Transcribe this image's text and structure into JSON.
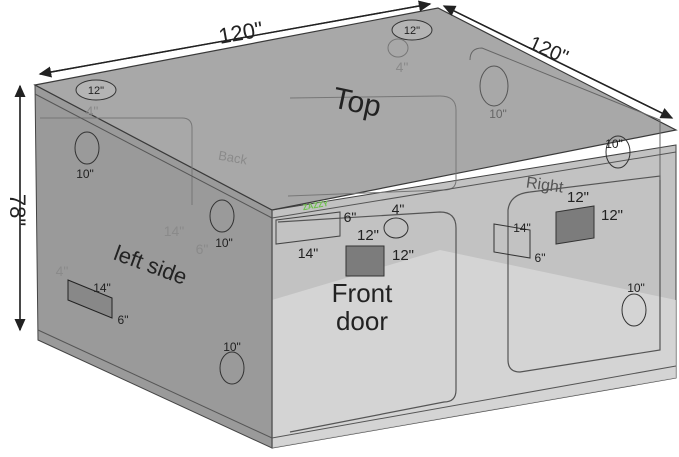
{
  "dimensions": {
    "top_width": "120\"",
    "side_depth": "120\"",
    "height": "78\""
  },
  "faces": {
    "top": "Top",
    "back": "Back",
    "left_side": "left side",
    "front_line1": "Front",
    "front_line2": "door",
    "right": "Right"
  },
  "brand": "ZAZZY",
  "ports": {
    "p12": "12\"",
    "p10": "10\"",
    "p4": "4\"",
    "p14": "14\"",
    "p6": "6\""
  },
  "colors": {
    "body": "#8f8f8f",
    "top_face": "#a9a9a9",
    "front_face": "#d8d8d8",
    "right_face": "#c4c4c4",
    "line": "#333333",
    "brand": "#6cc04a"
  }
}
